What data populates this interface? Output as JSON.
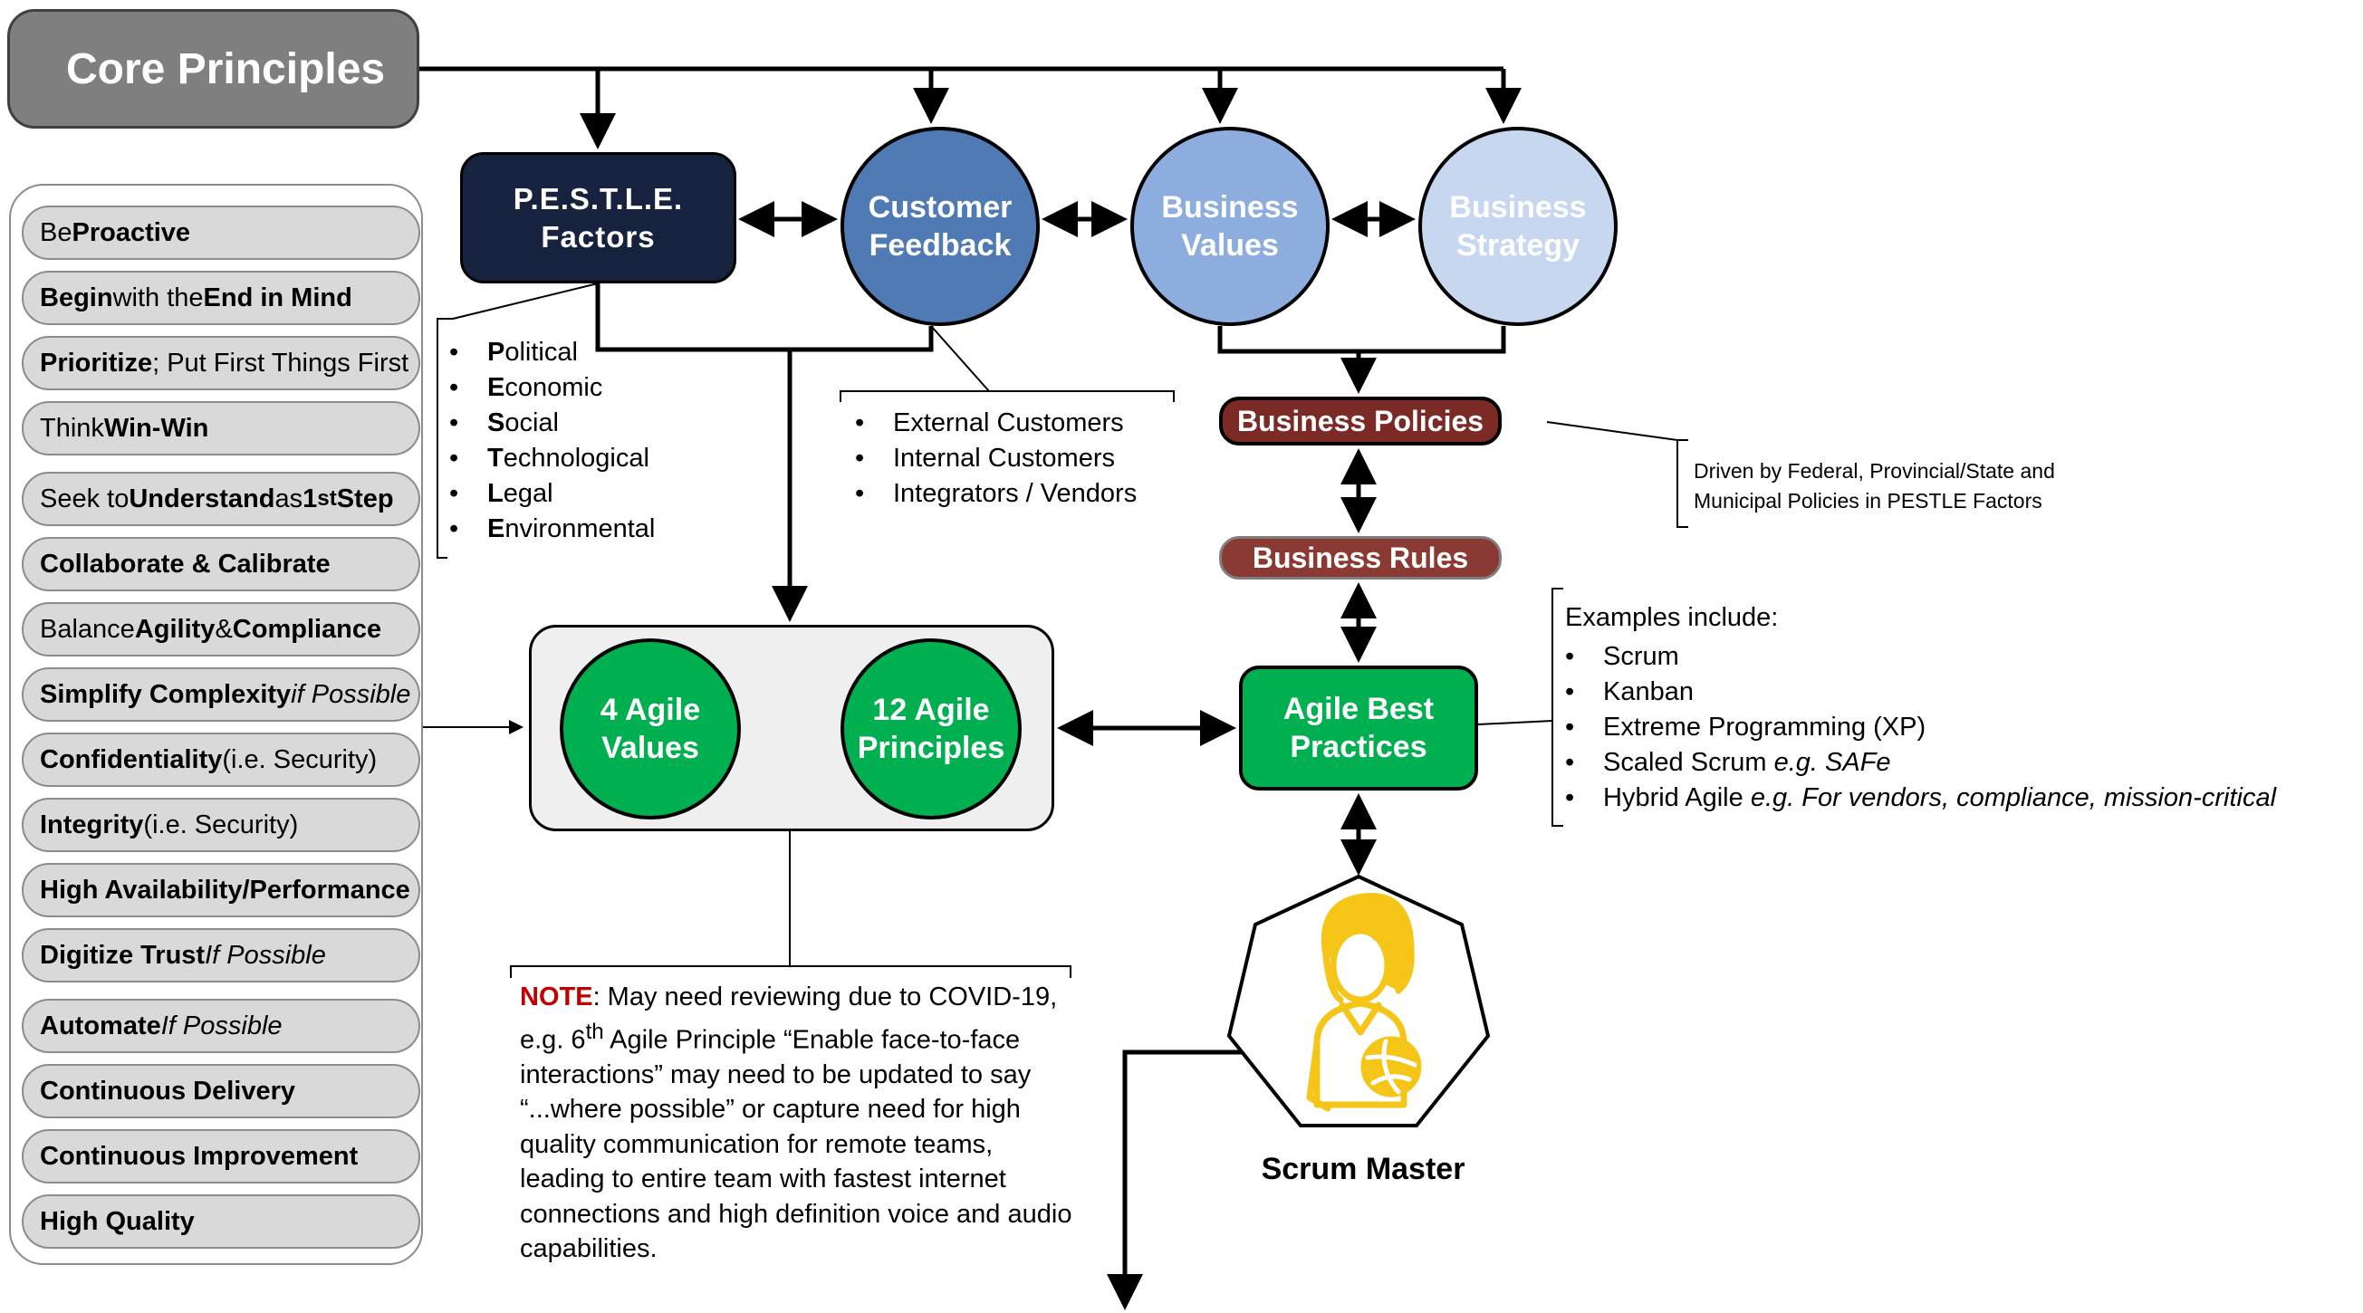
{
  "title": "Core Principles",
  "principles": [
    {
      "pre": "Be ",
      "bold": "Proactive",
      "post": "",
      "italic": ""
    },
    {
      "pre": "",
      "bold": "Begin",
      "post": " with the ",
      "bold2": "End in Mind"
    },
    {
      "pre": "",
      "bold": "Prioritize",
      "post": "; Put First Things First"
    },
    {
      "pre": "Think ",
      "bold": "Win-Win",
      "post": ""
    },
    {
      "pre": "Seek to ",
      "bold": "Understand",
      "post": " as ",
      "bold2": "1",
      "sup": "st",
      "bold3": " Step"
    },
    {
      "pre": "",
      "bold": "Collaborate & Calibrate",
      "post": ""
    },
    {
      "pre": "Balance ",
      "bold": "Agility",
      "post": " & ",
      "bold2": "Compliance"
    },
    {
      "pre": "",
      "bold": "Simplify Complexity",
      "post": " ",
      "italic": "if Possible"
    },
    {
      "pre": "",
      "bold": "Confidentiality",
      "post": " (i.e. Security)"
    },
    {
      "pre": "",
      "bold": "Integrity",
      "post": " (i.e. Security)"
    },
    {
      "pre": "",
      "bold": "High Availability/Performance",
      "post": ""
    },
    {
      "pre": "",
      "bold": "Digitize Trust",
      "post": " ",
      "italic": "If Possible"
    },
    {
      "pre": "",
      "bold": "Automate",
      "post": " ",
      "italic": "If Possible"
    },
    {
      "pre": "",
      "bold": "Continuous Delivery",
      "post": ""
    },
    {
      "pre": "",
      "bold": "Continuous Improvement",
      "post": ""
    },
    {
      "pre": "",
      "bold": "High Quality",
      "post": ""
    }
  ],
  "nodes": {
    "pestle": "P.E.S.T.L.E.\nFactors",
    "customer_feedback": "Customer\nFeedback",
    "business_values": "Business\nValues",
    "business_strategy": "Business\nStrategy",
    "business_policies": "Business Policies",
    "business_rules": "Business Rules",
    "agile_values": "4 Agile\nValues",
    "agile_principles": "12 Agile\nPrinciples",
    "agile_best_practices": "Agile Best\nPractices",
    "scrum_master": "Scrum Master"
  },
  "pestle_items": [
    {
      "initial": "P",
      "rest": "olitical"
    },
    {
      "initial": "E",
      "rest": "conomic"
    },
    {
      "initial": "S",
      "rest": "ocial"
    },
    {
      "initial": "T",
      "rest": "echnological"
    },
    {
      "initial": "L",
      "rest": "egal"
    },
    {
      "initial": "E",
      "rest": "nvironmental"
    }
  ],
  "feedback_items": [
    "External Customers",
    "Internal Customers",
    "Integrators / Vendors"
  ],
  "policy_note": "Driven by Federal, Provincial/State and\nMunicipal Policies in PESTLE Factors",
  "practices": {
    "heading": "Examples include:",
    "items": [
      {
        "text": "Scrum",
        "italic": ""
      },
      {
        "text": "Kanban",
        "italic": ""
      },
      {
        "text": "Extreme Programming (XP)",
        "italic": ""
      },
      {
        "text": "Scaled Scrum ",
        "italic": "e.g. SAFe"
      },
      {
        "text": "Hybrid Agile ",
        "italic": "e.g. For vendors,  compliance, mission-critical"
      }
    ]
  },
  "note": {
    "label": "NOTE",
    "part1": ": May need reviewing due to COVID-19, e.g. 6",
    "sup": "th",
    "part2": " Agile Principle “Enable face-to-face interactions” may need to be updated to say “...where possible” or capture need for high quality communication for remote teams, leading to entire team with fastest internet connections and high definition voice and audio capabilities."
  },
  "colors": {
    "core": "#7f7f7f",
    "pestle": "#17233e",
    "customer_feedback": "#4f7ab3",
    "business_values": "#8cadde",
    "business_strategy": "#c6d7ef",
    "policies": "#7b2a26",
    "rules": "#8b3a33",
    "agile_green": "#00b050",
    "scrum_icon": "#f5c518",
    "note_red": "#c00000"
  },
  "icons": {
    "scrum_master": "person-with-ball-icon"
  }
}
